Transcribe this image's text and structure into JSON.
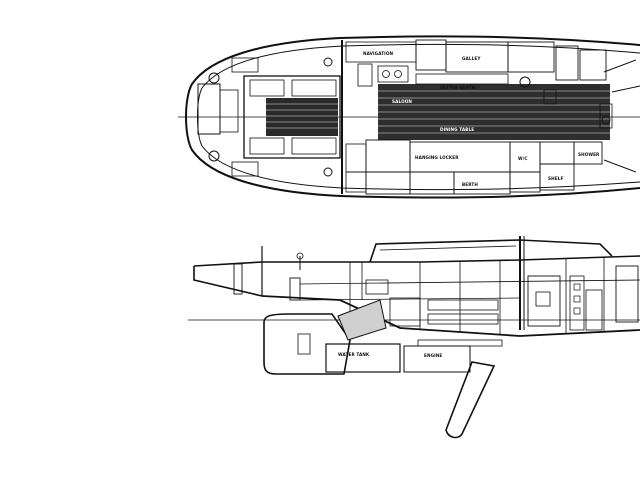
{
  "drawing": {
    "ink_color": "#111111",
    "paper_color": "#ffffff",
    "deck_plan": {
      "labels": [
        "NAVIGATION",
        "GALLEY",
        "SETTEE BERTH",
        "SALOON",
        "DINING TABLE",
        "HANGING LOCKER",
        "SHELF",
        "BERTH",
        "W/C",
        "SHOWER"
      ]
    },
    "profile": {
      "labels": [
        "WATER TANK",
        "ENGINE"
      ]
    }
  }
}
